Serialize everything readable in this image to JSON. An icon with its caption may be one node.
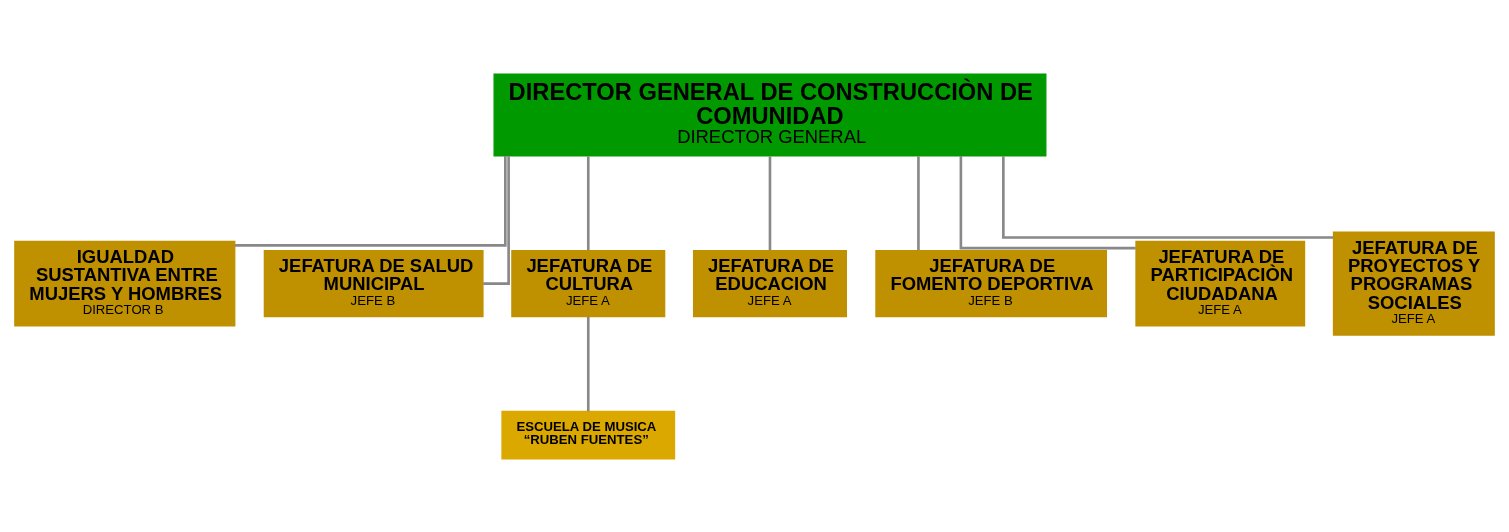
{
  "diagram": {
    "nodes": [
      {
        "text": [
          "DIRECTOR GENERAL DE CONSTRUCCIÒN DE COMUNIDAD",
          "DIRECTOR GENERAL"
        ]
      },
      {
        "text": [
          "IGUALDAD SUSTANTIVA ENTRE MUJERS Y HOMBRES",
          "DIRECTOR B"
        ]
      },
      {
        "text": [
          "JEFATURA DE SALUD MUNICIPAL",
          "JEFE B"
        ]
      },
      {
        "text": [
          "JEFATURA DE CULTURA",
          "JEFE A"
        ]
      },
      {
        "text": [
          "JEFATURA DE EDUCACION",
          "JEFE A"
        ]
      },
      {
        "text": [
          "JEFATURA DE FOMENTO DEPORTIVA",
          "JEFE B"
        ]
      },
      {
        "text": [
          "JEFATURA DE PARTICIPACIÒN CIUDADANA",
          "JEFE A"
        ]
      },
      {
        "text": [
          "JEFATURA DE PROYECTOS Y PROGRAMAS  SOCIALES",
          "JEFE A"
        ]
      },
      {
        "text": [
          "ESCUELA DE MUSICA “RUBEN FUENTES”"
        ]
      }
    ],
    "edges": [
      {
        "from": 0,
        "to": 1,
        "arrow": "none"
      },
      {
        "from": 0,
        "to": 2,
        "arrow": "none"
      },
      {
        "from": 0,
        "to": 3,
        "arrow": "none"
      },
      {
        "from": 0,
        "to": 4,
        "arrow": "none"
      },
      {
        "from": 0,
        "to": 5,
        "arrow": "none"
      },
      {
        "from": 0,
        "to": 6,
        "arrow": "none"
      },
      {
        "from": 0,
        "to": 7,
        "arrow": "none"
      },
      {
        "from": 3,
        "to": 8,
        "arrow": "none"
      }
    ]
  }
}
